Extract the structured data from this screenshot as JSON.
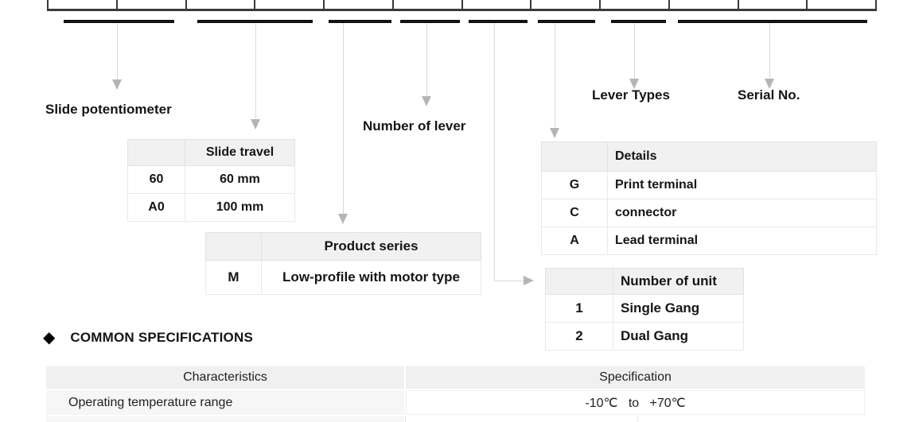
{
  "diagram": {
    "labels": {
      "slide_potentiometer": "Slide potentiometer",
      "number_of_lever": "Number of lever",
      "lever_types": "Lever Types",
      "serial_no": "Serial No."
    },
    "slide_travel": {
      "header": "Slide travel",
      "rows": [
        [
          "60",
          "60 mm"
        ],
        [
          "A0",
          "100 mm"
        ]
      ]
    },
    "product_series": {
      "header": "Product series",
      "rows": [
        [
          "M",
          "Low-profile with motor type"
        ]
      ]
    },
    "details": {
      "header": "Details",
      "rows": [
        [
          "G",
          "Print terminal"
        ],
        [
          "C",
          "connector"
        ],
        [
          "A",
          "Lead terminal"
        ]
      ]
    },
    "number_of_unit": {
      "header": "Number of unit",
      "rows": [
        [
          "1",
          "Single Gang"
        ],
        [
          "2",
          "Dual Gang"
        ]
      ]
    }
  },
  "common_specs": {
    "bullet": "◆",
    "title": "COMMON SPECIFICATIONS",
    "col_characteristics": "Characteristics",
    "col_specification": "Specification",
    "rows": [
      [
        "Operating temperature range",
        "-10℃   to   +70℃"
      ]
    ]
  },
  "colors": {
    "segment_bar": "#121212",
    "box_border": "#3a3a3a",
    "connector_line": "#d9d9d9",
    "arrowhead": "#b5b5b5",
    "table_header_bg": "#f1f1f1",
    "spec_header_bg": "#f0f0f0",
    "spec_cell_bg": "#f6f6f6"
  }
}
